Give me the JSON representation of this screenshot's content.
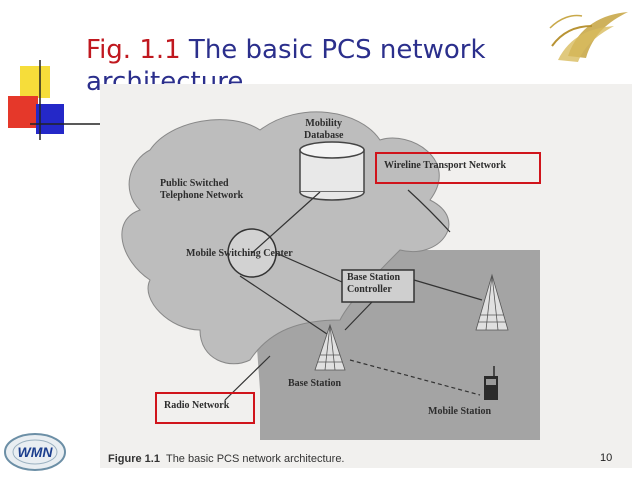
{
  "slide": {
    "title_fig": "Fig. 1.1",
    "title_rest": " The basic PCS network architecture",
    "page_number": "10",
    "colors": {
      "title": "#2b2f8c",
      "fig": "#c0181f",
      "highlight": "#d0141b"
    }
  },
  "diagram": {
    "labels": {
      "mobility_database": "Mobility\nDatabase",
      "pstn": "Public Switched\nTelephone Network",
      "msc": "Mobile Switching Center",
      "bsc": "Base Station\nController",
      "base_station": "Base Station",
      "mobile_station": "Mobile Station",
      "wireline": "Wireline Transport Network",
      "radio": "Radio Network"
    },
    "caption_label": "Figure 1.1",
    "caption_text": "The basic PCS network architecture."
  },
  "logos": {
    "bottom_left": "WMN"
  }
}
